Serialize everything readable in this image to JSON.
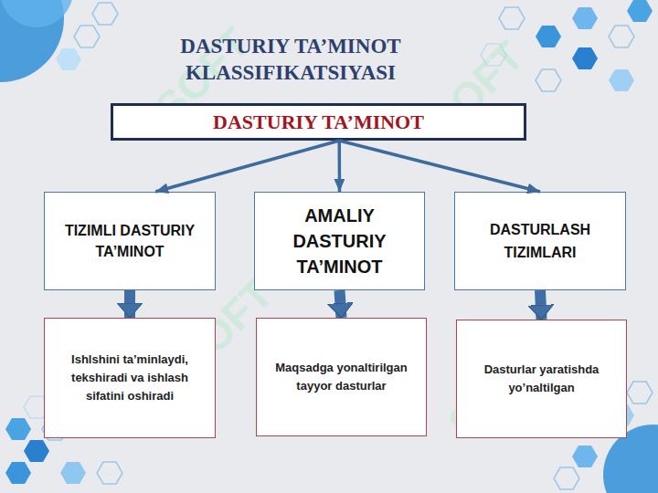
{
  "diagram": {
    "title": "DASTURIY TA’MINOT KLASSIFIKATSIYASI",
    "nodes": [
      {
        "text": [
          "DASTURIY TA’MINOT"
        ]
      },
      {
        "text": [
          "TIZIMLI DASTURIY TA’MINOT"
        ]
      },
      {
        "text": [
          "AMALIY DASTURIY TA’MINOT"
        ]
      },
      {
        "text": [
          "DASTURLASH TIZIMLARI"
        ]
      },
      {
        "text": [
          "Ishlshini ta’minlaydi, tekshiradi va ishlash sifatini oshiradi"
        ]
      },
      {
        "text": [
          "Maqsadga yonaltirilgan tayyor dasturlar"
        ]
      },
      {
        "text": [
          "Dasturlar yaratishda yo’naltilgan"
        ]
      }
    ],
    "edges": [
      {
        "from": 0,
        "to": 1,
        "arrow": "to"
      },
      {
        "from": 0,
        "to": 2,
        "arrow": "to"
      },
      {
        "from": 0,
        "to": 3,
        "arrow": "to"
      },
      {
        "from": 1,
        "to": 4,
        "arrow": "to"
      },
      {
        "from": 2,
        "to": 5,
        "arrow": "to"
      },
      {
        "from": 3,
        "to": 6,
        "arrow": "to"
      }
    ],
    "labels": [
      "SOFT",
      "SOFT",
      "SOFT",
      "SOFT"
    ]
  }
}
